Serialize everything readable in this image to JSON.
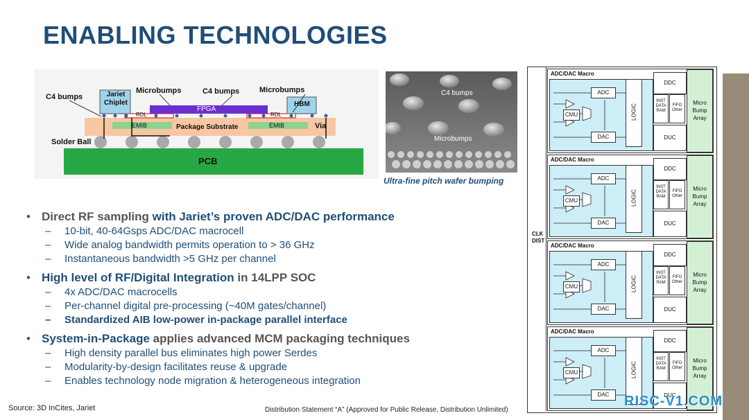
{
  "title": "ENABLING TECHNOLOGIES",
  "package_diagram": {
    "c4_bumps_left": "C4 bumps",
    "jariet_chiplet": "Jariet\nChiplet",
    "microbumps_left": "Microbumps",
    "c4_bumps_mid": "C4 bumps",
    "microbumps_right": "Microbumps",
    "hbm": "HBM",
    "fpga": "FPGA",
    "rdl_left": "RDL",
    "rdl_right": "RDL",
    "emib_left": "EMIB",
    "emib_right": "EMIB",
    "package_substrate": "Package Substrate",
    "via": "Via",
    "solder_ball": "Solder Ball",
    "pcb": "PCB"
  },
  "photo": {
    "c4_bumps": "C4 bumps",
    "microbumps": "Microbumps",
    "caption": "Ultra-fine pitch wafer bumping"
  },
  "bullets": [
    {
      "parts": [
        {
          "text": "Direct RF sampling ",
          "hl": false
        },
        {
          "text": "with Jariet’s proven ADC/DAC performance",
          "hl": true
        }
      ],
      "subs": [
        {
          "text": "10-bit, 40-64Gsps ADC/DAC macrocell",
          "bold": false
        },
        {
          "text": "Wide analog bandwidth permits operation to > 36 GHz",
          "bold": false
        },
        {
          "text": "Instantaneous bandwidth >5 GHz per channel",
          "bold": false
        }
      ]
    },
    {
      "parts": [
        {
          "text": "High level of RF/Digital Integration ",
          "hl": true
        },
        {
          "text": "in 14LPP SOC",
          "hl": false
        }
      ],
      "subs": [
        {
          "text": "4x ADC/DAC macrocells",
          "bold": false
        },
        {
          "text": "Per-channel digital pre-processing (~40M gates/channel)",
          "bold": false
        },
        {
          "text": "Standardized AIB low-power in-package parallel interface",
          "bold": true
        }
      ]
    },
    {
      "parts": [
        {
          "text": "System-in-Package ",
          "hl": true
        },
        {
          "text": "applies advanced MCM packaging techniques",
          "hl": false
        }
      ],
      "subs": [
        {
          "text": "High density parallel bus eliminates high power Serdes",
          "bold": false
        },
        {
          "text": "Modularity-by-design facilitates reuse & upgrade",
          "bold": false
        },
        {
          "text": "Enables technology node migration & heterogeneous integration",
          "bold": false
        }
      ]
    }
  ],
  "source": "Source: 3D InCites, Jariet",
  "distribution": "Distribution Statement “A” (Approved for Public Release, Distribution Unlimited)",
  "chip": {
    "clk_dist": "CLK\nDIST",
    "macro_title": "ADC/DAC Macro",
    "adc": "ADC",
    "dac": "DAC",
    "cmu": "CMU",
    "logic": "LOGIC",
    "ddc": "DDC",
    "duc": "DUC",
    "inst_data_ram": "INST\nDATA\nRAM",
    "fifo_other": "FIFO\nOther",
    "micro_bump_array": "Micro\nBump\nArray"
  },
  "watermark": "RISC-V1.COM",
  "colors": {
    "title": "#1f4e79",
    "fpga": "#6b2fd0",
    "chiplet": "#9fd3ea",
    "substrate": "#f7c7a3",
    "emib": "#8fd18f",
    "pcb": "#27a844",
    "macro_fill": "#cdeef7",
    "bump_array": "#d4f0d4"
  }
}
